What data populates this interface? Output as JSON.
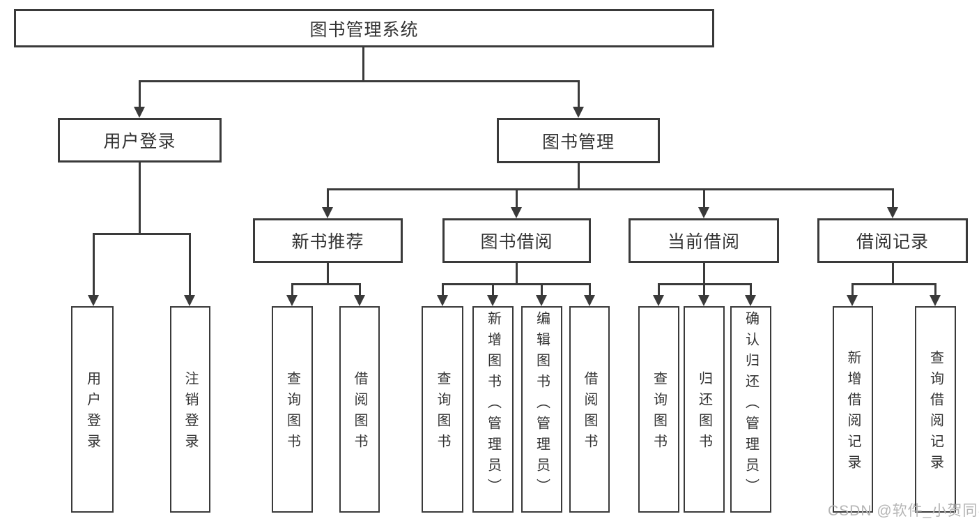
{
  "diagram_type": "hierarchy-tree",
  "watermark": "CSDN @软件_小贺同学",
  "colors": {
    "line": "#3a3a3a",
    "box_border": "#3a3a3a",
    "box_background": "#ffffff",
    "text": "#333333",
    "watermark_text": "#b5b5b5",
    "page_background": "#ffffff"
  },
  "nodes": {
    "root": {
      "label": "图书管理系统",
      "parent": null
    },
    "user_login": {
      "label": "用户登录",
      "parent": "root"
    },
    "book_management": {
      "label": "图书管理",
      "parent": "root"
    },
    "new_book_recommendation": {
      "label": "新书推荐",
      "parent": "book_management"
    },
    "book_borrowing": {
      "label": "图书借阅",
      "parent": "book_management"
    },
    "current_borrowing": {
      "label": "当前借阅",
      "parent": "book_management"
    },
    "borrowing_records": {
      "label": "借阅记录",
      "parent": "book_management"
    },
    "leaf_user_login": {
      "label": "用户登录",
      "parent": "user_login"
    },
    "leaf_logout": {
      "label": "注销登录",
      "parent": "user_login"
    },
    "leaf_query_books_1": {
      "label": "查询图书",
      "parent": "new_book_recommendation"
    },
    "leaf_borrow_books_1": {
      "label": "借阅图书",
      "parent": "new_book_recommendation"
    },
    "leaf_query_books_2": {
      "label": "查询图书",
      "parent": "book_borrowing"
    },
    "leaf_add_books": {
      "label": "新增图书（管理员）",
      "parent": "book_borrowing"
    },
    "leaf_edit_books": {
      "label": "编辑图书（管理员）",
      "parent": "book_borrowing"
    },
    "leaf_borrow_books_2": {
      "label": "借阅图书",
      "parent": "book_borrowing"
    },
    "leaf_query_books_3": {
      "label": "查询图书",
      "parent": "current_borrowing"
    },
    "leaf_return_books": {
      "label": "归还图书",
      "parent": "current_borrowing"
    },
    "leaf_confirm_return": {
      "label": "确认归还（管理员）",
      "parent": "current_borrowing"
    },
    "leaf_add_borrow_record": {
      "label": "新增借阅记录",
      "parent": "borrowing_records"
    },
    "leaf_query_borrow_record": {
      "label": "查询借阅记录",
      "parent": "borrowing_records"
    }
  }
}
